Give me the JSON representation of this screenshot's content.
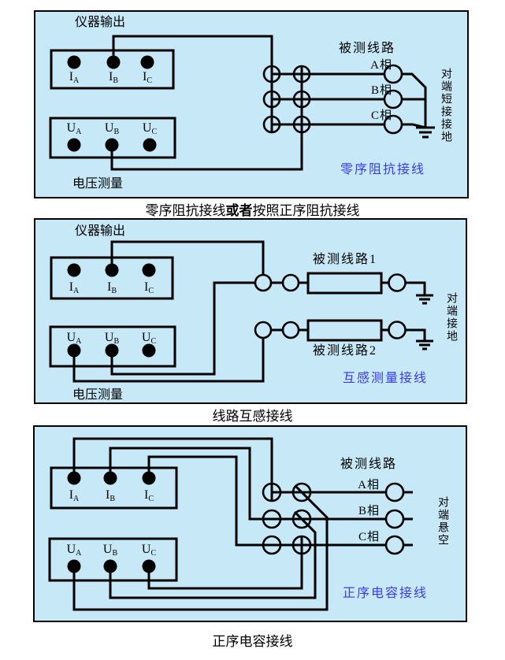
{
  "colors": {
    "page_bg": "#ffffff",
    "panel_bg": "#c6e8f7",
    "line": "#000000",
    "blue_label": "#3a3aee"
  },
  "terminals": {
    "current": [
      {
        "main": "I",
        "sub": "A"
      },
      {
        "main": "I",
        "sub": "B"
      },
      {
        "main": "I",
        "sub": "C"
      }
    ],
    "voltage": [
      {
        "main": "U",
        "sub": "A"
      },
      {
        "main": "U",
        "sub": "B"
      },
      {
        "main": "U",
        "sub": "C"
      }
    ]
  },
  "panel1": {
    "instrument_output": "仪器输出",
    "voltage_measure": "电压测量",
    "line_under_test": "被测线路",
    "phases": [
      "A相",
      "B相",
      "C相"
    ],
    "far_end": "对端短接接地",
    "mode": "零序阻抗接线",
    "caption_pre": "零序阻抗接线",
    "caption_bold": "或者",
    "caption_post": "按照正序阻抗接线"
  },
  "panel2": {
    "instrument_output": "仪器输出",
    "voltage_measure": "电压测量",
    "line1": "被测线路1",
    "line2": "被测线路2",
    "far_end": "对端接地",
    "mode": "互感测量接线",
    "caption": "线路互感接线"
  },
  "panel3": {
    "line_under_test": "被测线路",
    "phases": [
      "A相",
      "B相",
      "C相"
    ],
    "far_end": "对端悬空",
    "mode": "正序电容接线",
    "caption": "正序电容接线"
  }
}
